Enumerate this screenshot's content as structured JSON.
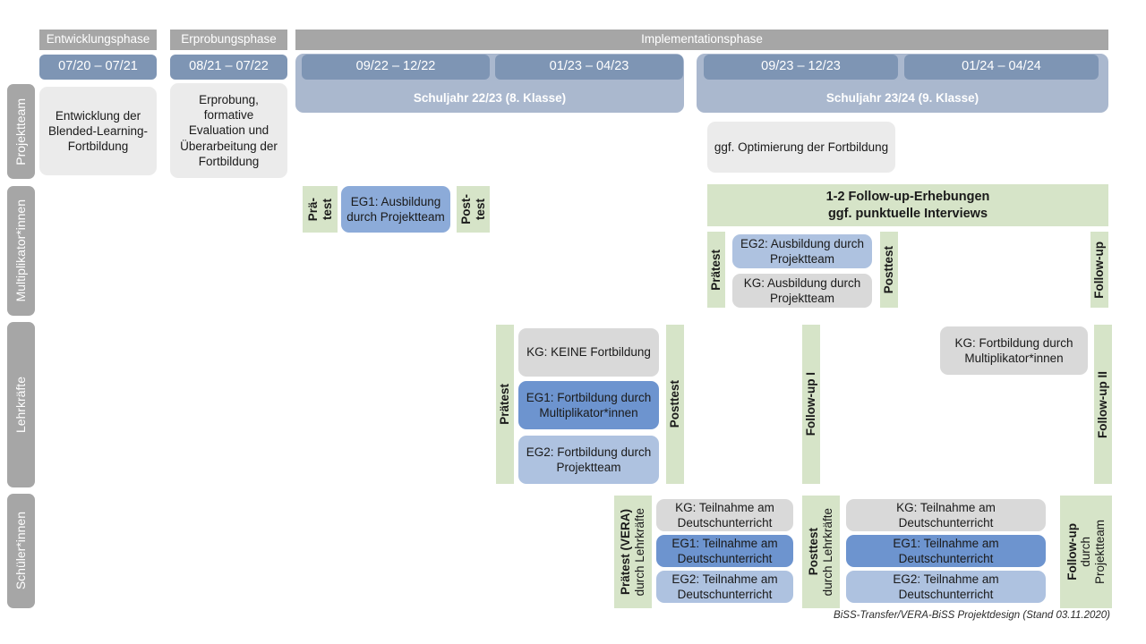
{
  "diagram": {
    "title": "BiSS-Transfer/VERA-BiSS Projektdesign",
    "footer": "BiSS-Transfer/VERA-BiSS Projektdesign (Stand 03.11.2020)",
    "colors": {
      "phase_header": "#a6a6a6",
      "date_chip": "#7e95b4",
      "school_year": "#aab8ce",
      "row_label": "#a6a6a6",
      "box_grey_light": "#ebebeb",
      "box_grey": "#d9d9d9",
      "box_blue_light": "#aec2e0",
      "box_blue_mid": "#8cabd9",
      "box_blue_dark": "#6d94cf",
      "test_strip_green": "#d6e4c8"
    }
  },
  "phases": [
    {
      "label": "Entwicklungsphase"
    },
    {
      "label": "Erprobungsphase"
    },
    {
      "label": "Implementationsphase"
    }
  ],
  "periods": [
    {
      "label": "07/20 – 07/21"
    },
    {
      "label": "08/21 – 07/22"
    },
    {
      "label": "09/22 – 12/22"
    },
    {
      "label": "01/23 – 04/23"
    },
    {
      "label": "09/23 – 12/23"
    },
    {
      "label": "01/24 – 04/24"
    }
  ],
  "school_years": [
    {
      "label": "Schuljahr 22/23 (8. Klasse)"
    },
    {
      "label": "Schuljahr 23/24 (9. Klasse)"
    }
  ],
  "rows": [
    {
      "label": "Projektteam"
    },
    {
      "label": "Multiplikator*innen"
    },
    {
      "label": "Lehrkräfte"
    },
    {
      "label": "Schüler*innen"
    }
  ],
  "projektteam": {
    "entwicklung": "Entwicklung der Blended-Learning-Fortbildung",
    "erprobung": "Erprobung, formative Evaluation und Überarbeitung der Fortbildung",
    "optimierung": "ggf. Optimierung der Fortbildung"
  },
  "multiplikatoren": {
    "praetest_line1": "Prä-",
    "praetest_line2": "test",
    "eg1": "EG1: Ausbildung durch Projektteam",
    "posttest_line1": "Post-",
    "posttest_line2": "test",
    "followup_banner_line1": "1-2 Follow-up-Erhebungen",
    "followup_banner_line2": "ggf. punktuelle Interviews",
    "praetest2": "Prätest",
    "eg2": "EG2: Ausbildung durch Projektteam",
    "kg": "KG: Ausbildung durch Projektteam",
    "posttest2": "Posttest",
    "followup": "Follow-up"
  },
  "lehrkraefte": {
    "praetest": "Prätest",
    "kg": "KG:  KEINE Fortbildung",
    "eg1": "EG1: Fortbildung durch Multiplikator*innen",
    "eg2": "EG2: Fortbildung durch Projektteam",
    "posttest": "Posttest",
    "followup1": "Follow-up I",
    "kg_fortbildung": "KG: Fortbildung durch Multiplikator*innen",
    "followup2": "Follow-up II"
  },
  "schueler": {
    "praetest_bold": "Prätest (VERA)",
    "praetest_thin": "durch Lehrkräfte",
    "kg_left": "KG: Teilnahme am Deutschunterricht",
    "eg1_left": "EG1: Teilnahme am Deutschunterricht",
    "eg2_left": "EG2: Teilnahme am Deutschunterricht",
    "posttest_bold": "Posttest",
    "posttest_thin": "durch Lehrkräfte",
    "kg_right": "KG: Teilnahme am Deutschunterricht",
    "eg1_right": "EG1: Teilnahme am Deutschunterricht",
    "eg2_right": "EG2: Teilnahme am Deutschunterricht",
    "followup_bold": "Follow-up",
    "followup_thin1": "durch",
    "followup_thin2": "Projektteam"
  }
}
